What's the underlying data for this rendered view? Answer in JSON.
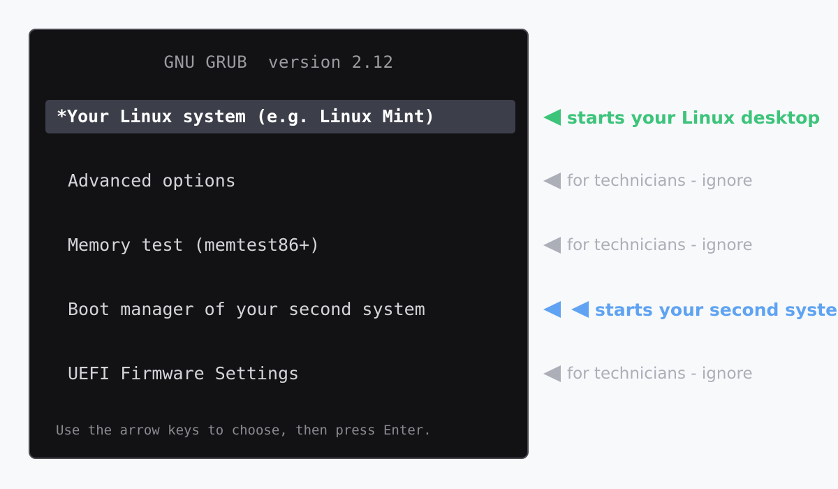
{
  "grub": {
    "title": "GNU GRUB  version 2.12",
    "hint": "Use the arrow keys to choose, then press Enter.",
    "menu": [
      {
        "label": "*Your Linux system (e.g. Linux Mint)",
        "selected": true
      },
      {
        "label": "Advanced options",
        "selected": false
      },
      {
        "label": "Memory test (memtest86+)",
        "selected": false
      },
      {
        "label": "Boot manager of your second system",
        "selected": false
      },
      {
        "label": "UEFI Firmware Settings",
        "selected": false
      }
    ]
  },
  "annotations": [
    {
      "text": "starts your Linux desktop",
      "color": "#3cc47a",
      "arrow_icon": "left-triangle-arrow-icon"
    },
    {
      "text": "for technicians - ignore",
      "color": "#acaeb8",
      "arrow_icon": "left-triangle-arrow-icon"
    },
    {
      "text": "for technicians - ignore",
      "color": "#acaeb8",
      "arrow_icon": "left-triangle-arrow-icon"
    },
    {
      "text": "starts your second system",
      "color": "#5fa3f2",
      "arrow_icon": "left-triangle-arrow-icon"
    },
    {
      "text": "for technicians - ignore",
      "color": "#acaeb8",
      "arrow_icon": "left-triangle-arrow-icon"
    }
  ],
  "colors": {
    "page_background": "#f8f9fb",
    "terminal_background": "#121215",
    "selection_background": "#3c3f4a"
  }
}
